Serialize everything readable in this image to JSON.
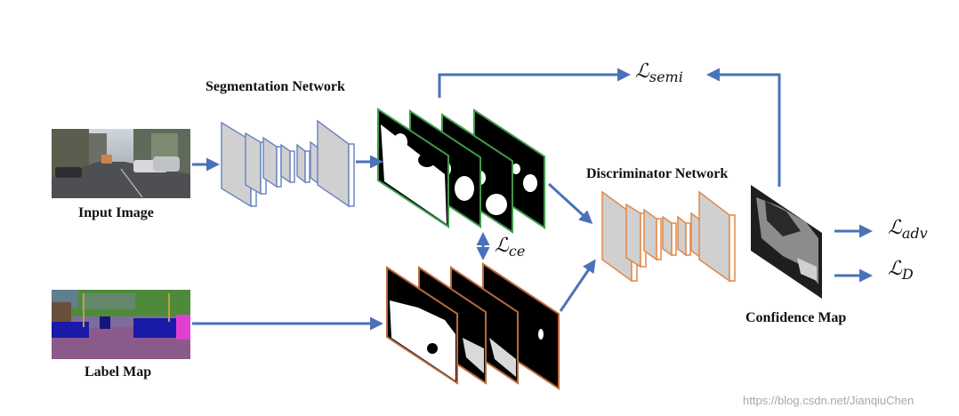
{
  "labels": {
    "input_image": "Input Image",
    "label_map": "Label Map",
    "segmentation_network": "Segmentation Network",
    "discriminator_network": "Discriminator Network",
    "confidence_map": "Confidence Map"
  },
  "losses": {
    "semi": {
      "symbol": "ℒ",
      "sub": "semi"
    },
    "ce": {
      "symbol": "ℒ",
      "sub": "ce"
    },
    "adv": {
      "symbol": "ℒ",
      "sub": "adv"
    },
    "d": {
      "symbol": "ℒ",
      "sub": "D"
    }
  },
  "watermark": "https://blog.csdn.net/JianqiuChen",
  "colors": {
    "arrow": "#4a72b8",
    "segmentation_net_edge": "#6e87bf",
    "discriminator_net_edge": "#e0894a",
    "prediction_frame": "#3f9a4c",
    "label_frame": "#b86a3a",
    "block_fill": "#d0d0d0"
  },
  "icons": [
    "street-photo-image",
    "segmentation-label-image",
    "prediction-mask-image",
    "ground-truth-mask-image",
    "confidence-map-image"
  ]
}
